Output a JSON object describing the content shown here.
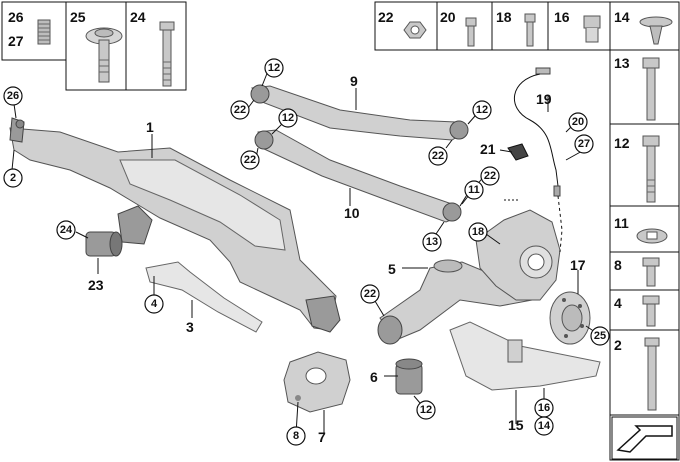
{
  "diagram": {
    "top_left_boxes": [
      {
        "id": "box-26-27",
        "labels": [
          "26",
          "27"
        ]
      },
      {
        "id": "box-25",
        "labels": [
          "25"
        ]
      },
      {
        "id": "box-24",
        "labels": [
          "24"
        ]
      }
    ],
    "top_right_boxes": [
      {
        "id": "box-22",
        "label": "22"
      },
      {
        "id": "box-20",
        "label": "20"
      },
      {
        "id": "box-18",
        "label": "18"
      },
      {
        "id": "box-16",
        "label": "16"
      },
      {
        "id": "box-14",
        "label": "14"
      }
    ],
    "right_column_boxes": [
      {
        "id": "box-13",
        "label": "13"
      },
      {
        "id": "box-12",
        "label": "12"
      },
      {
        "id": "box-11",
        "label": "11"
      },
      {
        "id": "box-8",
        "label": "8"
      },
      {
        "id": "box-4",
        "label": "4"
      },
      {
        "id": "box-2",
        "label": "2"
      }
    ],
    "callouts": {
      "c1": "1",
      "c2": "2",
      "c3": "3",
      "c4": "4",
      "c5": "5",
      "c6": "6",
      "c7": "7",
      "c8": "8",
      "c9": "9",
      "c10": "10",
      "c11": "11",
      "c12a": "12",
      "c12b": "12",
      "c12c": "12",
      "c12d": "12",
      "c13": "13",
      "c14": "14",
      "c15": "15",
      "c16": "16",
      "c17": "17",
      "c18": "18",
      "c19": "19",
      "c20": "20",
      "c21": "21",
      "c22a": "22",
      "c22b": "22",
      "c22c": "22",
      "c22d": "22",
      "c22e": "22",
      "c23": "23",
      "c24": "24",
      "c25": "25",
      "c26": "26",
      "c27": "27"
    }
  }
}
